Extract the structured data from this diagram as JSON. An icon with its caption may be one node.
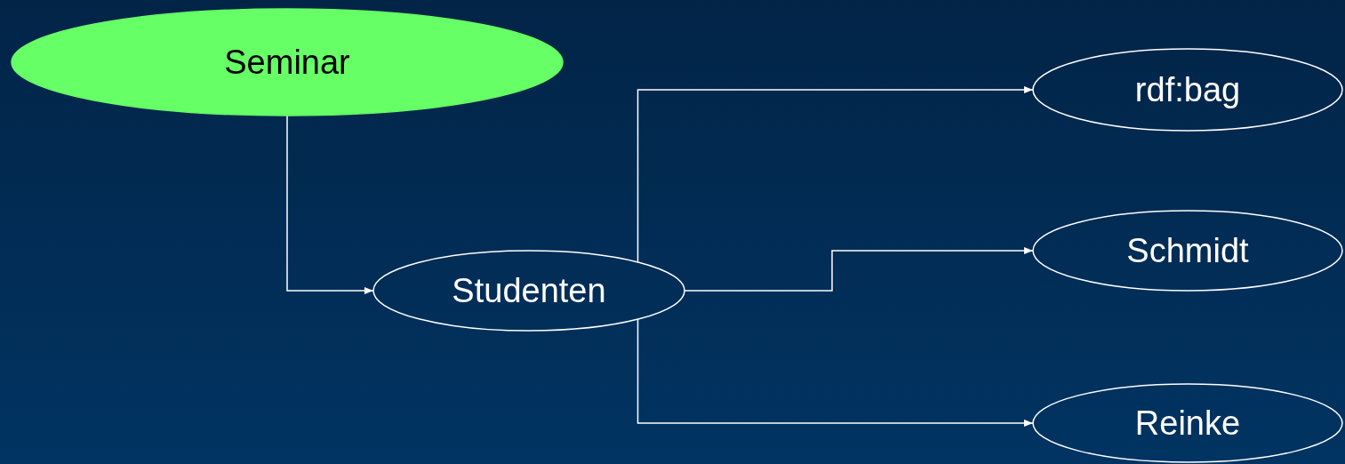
{
  "diagram": {
    "nodes": [
      {
        "text": [
          "Seminar"
        ]
      },
      {
        "text": [
          "Studenten"
        ]
      },
      {
        "text": [
          "rdf:bag"
        ]
      },
      {
        "text": [
          "Schmidt"
        ]
      },
      {
        "text": [
          "Reinke"
        ]
      }
    ],
    "edges": [
      {
        "from": 0,
        "to": 1,
        "arrow": "to"
      },
      {
        "from": 1,
        "to": 2,
        "arrow": "to"
      },
      {
        "from": 1,
        "to": 3,
        "arrow": "to"
      },
      {
        "from": 1,
        "to": 4,
        "arrow": "to"
      }
    ]
  }
}
